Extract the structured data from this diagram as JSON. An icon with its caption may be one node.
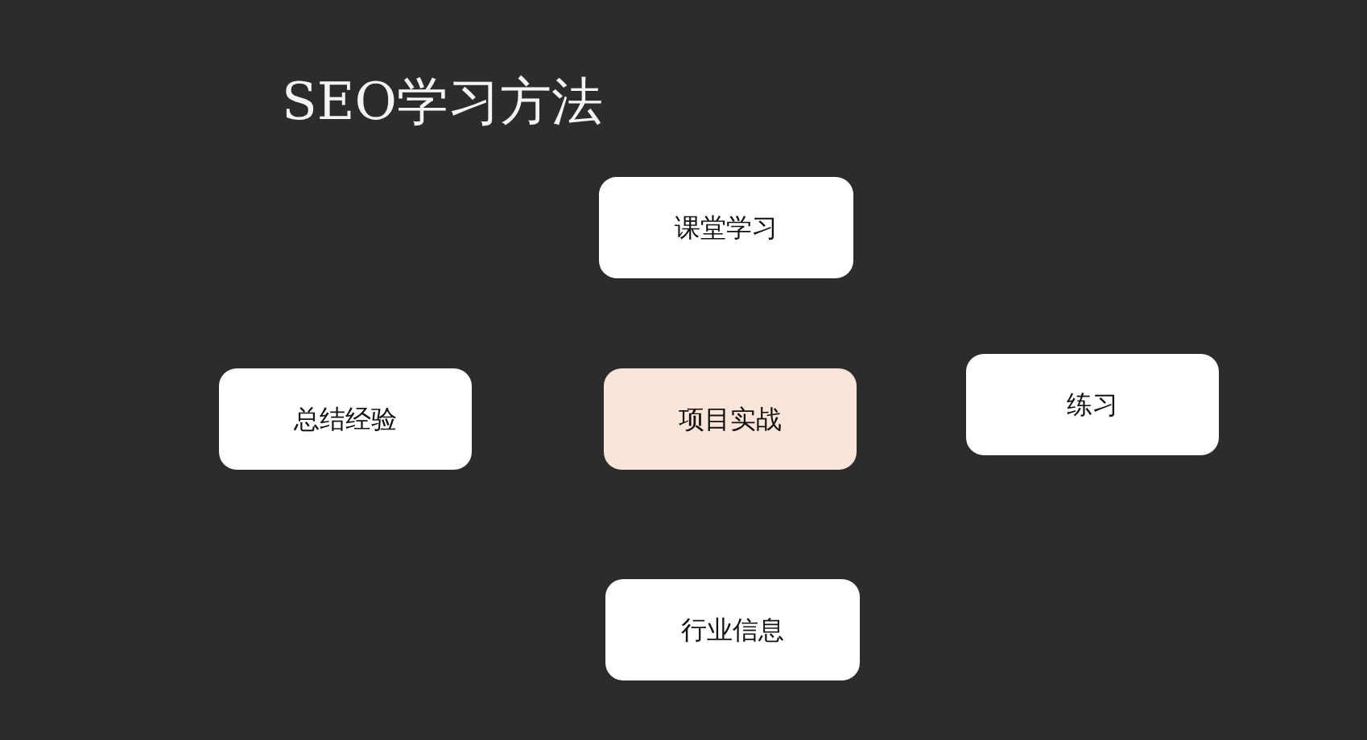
{
  "diagram": {
    "title": "SEO学习方法",
    "nodes": [
      {
        "text": [
          "课堂学习"
        ]
      },
      {
        "text": [
          "总结经验"
        ]
      },
      {
        "text": [
          "项目实战"
        ]
      },
      {
        "text": [
          "练习"
        ]
      },
      {
        "text": [
          "行业信息"
        ]
      }
    ]
  }
}
